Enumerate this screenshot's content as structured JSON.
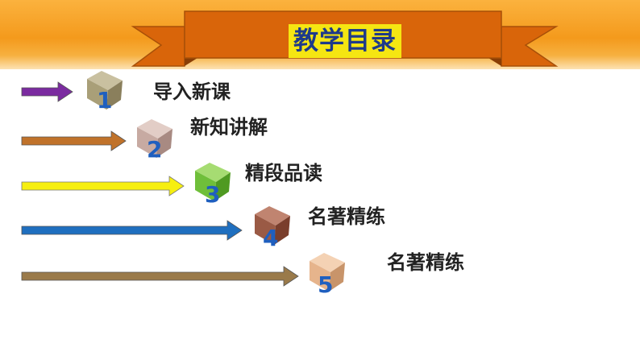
{
  "title": "教学目录",
  "colors": {
    "band": "#f49a1c",
    "banner_fill": "#d9650a",
    "banner_stroke": "#a85008",
    "title_box": "#f5e612",
    "title_text": "#1e3a8a",
    "number_text": "#1f5fbf"
  },
  "items": [
    {
      "number": "1",
      "label": "导入新课",
      "arrow_color": "#7b2ba0",
      "cube_color": "#a99f78",
      "icon": "cube-icon"
    },
    {
      "number": "2",
      "label": "新知讲解",
      "arrow_color": "#c0722a",
      "cube_color": "#c7aaa2",
      "icon": "cube-icon"
    },
    {
      "number": "3",
      "label": "精段品读",
      "arrow_color": "#f6ef10",
      "cube_color": "#6fbf3a",
      "icon": "cube-icon"
    },
    {
      "number": "4",
      "label": "名著精练",
      "arrow_color": "#1f6fbf",
      "cube_color": "#9a5a45",
      "icon": "cube-icon"
    },
    {
      "number": "5",
      "label": "名著精练",
      "arrow_color": "#9a7a4a",
      "cube_color": "#e6b48c",
      "icon": "cube-icon"
    }
  ]
}
